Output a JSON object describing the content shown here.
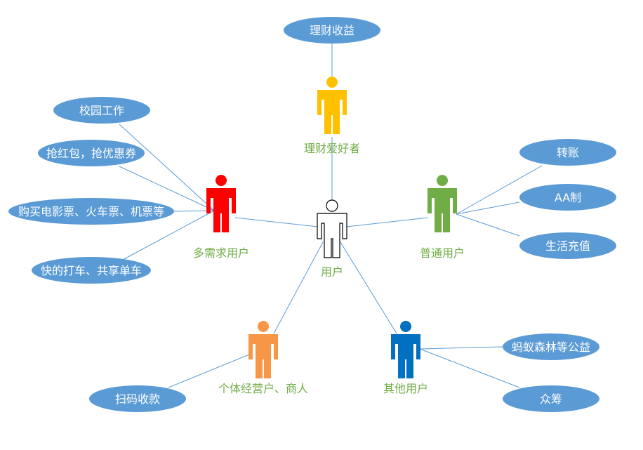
{
  "diagram": {
    "center": {
      "label": "用户",
      "color": "#ffffff"
    },
    "actors": [
      {
        "id": "investor",
        "label": "理财爱好者",
        "color": "#ffc000",
        "items": [
          "理财收益"
        ]
      },
      {
        "id": "multi",
        "label": "多需求用户",
        "color": "#ff0000",
        "items": [
          "校园工作",
          "抢红包，抢优惠券",
          "购买电影票、火车票、机票等",
          "快的打车、共享单车"
        ]
      },
      {
        "id": "normal",
        "label": "普通用户",
        "color": "#70ad47",
        "items": [
          "转账",
          "AA制",
          "生活充值"
        ]
      },
      {
        "id": "merchant",
        "label": "个体经营户、商人",
        "color": "#f79646",
        "items": [
          "扫码收款"
        ]
      },
      {
        "id": "other",
        "label": "其他用户",
        "color": "#0070c0",
        "items": [
          "蚂蚁森林等公益",
          "众筹"
        ]
      }
    ],
    "style": {
      "ellipse_fill": "#5b9bd5",
      "line_color": "#5b9bd5",
      "label_color": "#70ad47",
      "outline_color": "#000000"
    }
  }
}
